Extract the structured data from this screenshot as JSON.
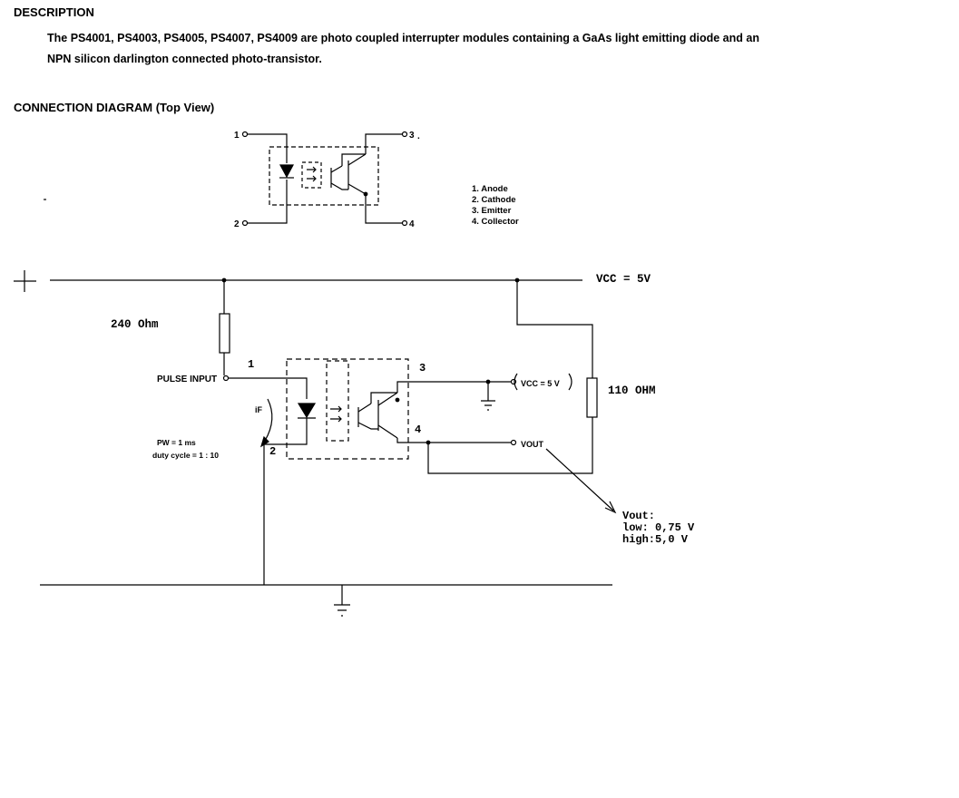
{
  "description": {
    "heading": "DESCRIPTION",
    "text": "The PS4001, PS4003, PS4005, PS4007, PS4009 are photo coupled interrupter modules containing a GaAs light emitting diode and an NPN silicon darlington connected photo-transistor."
  },
  "connection_diagram": {
    "heading": "CONNECTION DIAGRAM (Top View)",
    "pins": [
      "1",
      "2",
      "3",
      "4"
    ],
    "pin3_suffix": ".",
    "legend": [
      "1. Anode",
      "2. Cathode",
      "3. Emitter",
      "4. Collector"
    ]
  },
  "circuit": {
    "plus_sign": "+",
    "vcc_label": "VCC = 5V",
    "resistor_240": "240 Ohm",
    "resistor_110": "110 OHM",
    "pulse_input": "PULSE INPUT",
    "pin_1": "1",
    "pin_2": "2",
    "pin_3": "3",
    "pin_4": "4",
    "if_label": "iF",
    "pw_line": "PW = 1 ms",
    "duty_line": "duty cycle = 1 : 10",
    "vcc_note": "VCC = 5 V",
    "vout_label": "VOUT",
    "vout_note_title": "Vout:",
    "vout_note_low": "low: 0,75 V",
    "vout_note_high": "high:5,0 V"
  }
}
